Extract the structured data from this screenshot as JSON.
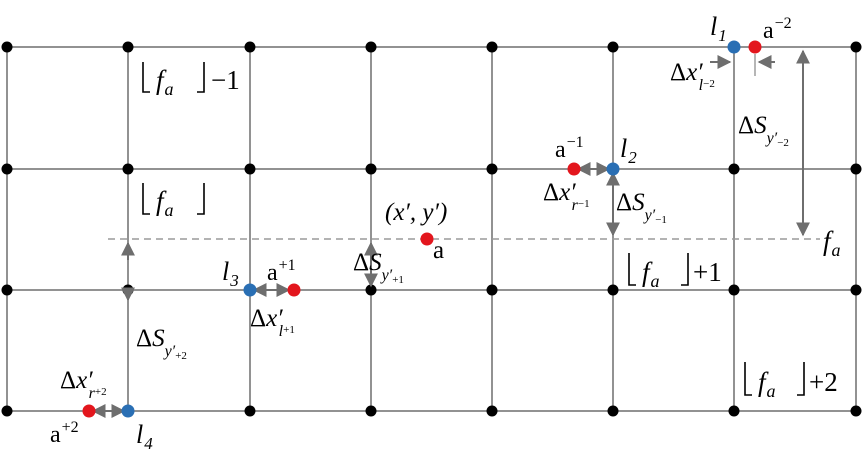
{
  "colors": {
    "grid": "#6e6e6e",
    "node": "#000000",
    "red_point": "#e3161d",
    "blue_point": "#2a6fb4",
    "arrow": "#6e6e6e",
    "dashed": "#9a9a9a"
  },
  "point_labels": {
    "a": "a",
    "a_coords": "(x′, y′)",
    "l1": "l",
    "l1_sub": "1",
    "l2": "l",
    "l2_sub": "2",
    "l3": "l",
    "l3_sub": "3",
    "l4": "l",
    "l4_sub": "4",
    "am2": "a",
    "am2_sup": "−2",
    "am1": "a",
    "am1_sup": "−1",
    "ap1": "a",
    "ap1_sup": "+1",
    "ap2": "a",
    "ap2_sup": "+2"
  },
  "floor_labels": {
    "f": "f",
    "f_sub": "a",
    "minus1": "−1",
    "plus1": "+1",
    "plus2": "+2"
  },
  "fa_label": {
    "f": "f",
    "sub": "a"
  },
  "delta_labels": {
    "delta": "Δ",
    "S": "S",
    "x_prime": "x′",
    "y_prime": "y′",
    "sub_y_m2": "−2",
    "sub_y_m1": "−1",
    "sub_y_p1": "+1",
    "sub_y_p2": "+2",
    "sub_x_lm2": "l",
    "sub_x_lm2_sup": "−2",
    "sub_x_rm1": "r",
    "sub_x_rm1_sup": "−1",
    "sub_x_lp1": "l",
    "sub_x_lp1_sup": "+1",
    "sub_x_rp2": "r",
    "sub_x_rp2_sup": "+2"
  }
}
